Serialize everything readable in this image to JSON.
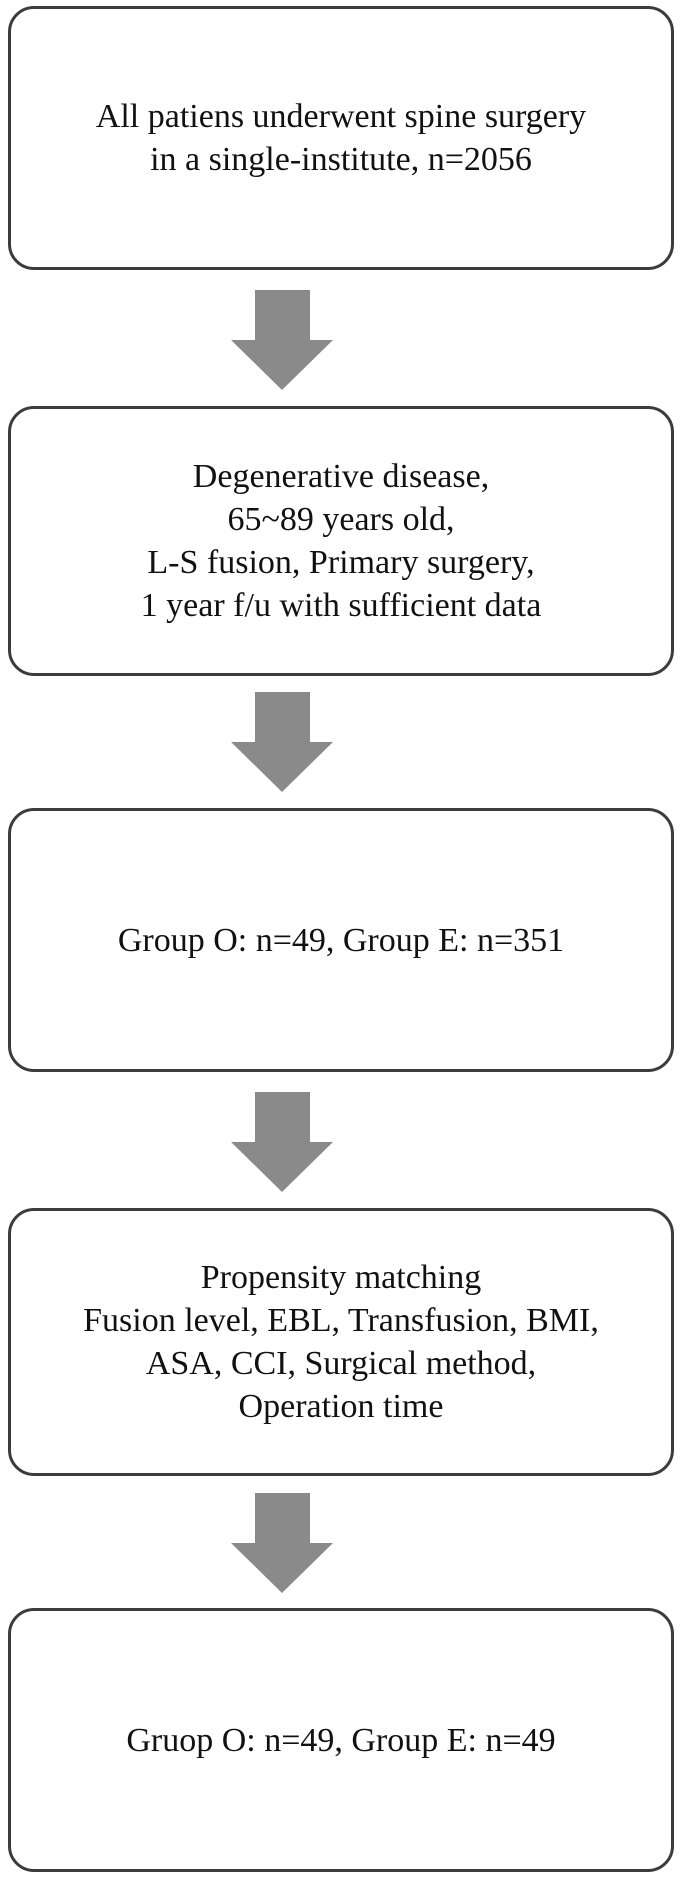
{
  "flowchart": {
    "boxes": [
      {
        "lines": [
          "All patiens underwent spine surgery",
          "in a single-institute, n=2056"
        ]
      },
      {
        "lines": [
          "Degenerative disease,",
          "65~89 years old,",
          "L-S fusion, Primary surgery,",
          "1 year f/u with sufficient data"
        ]
      },
      {
        "lines": [
          "Group O: n=49, Group E: n=351"
        ]
      },
      {
        "lines": [
          "Propensity matching",
          "Fusion level, EBL, Transfusion, BMI,",
          "ASA, CCI, Surgical method,",
          "Operation time"
        ]
      },
      {
        "lines": [
          "Gruop O: n=49, Group E: n=49"
        ]
      }
    ],
    "arrow_color": "#8a8a8a",
    "border_color": "#3c3c3c"
  }
}
